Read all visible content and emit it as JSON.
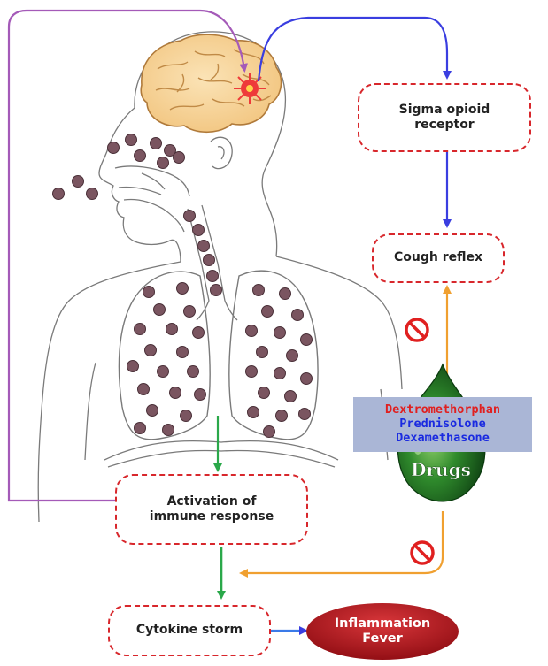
{
  "boxes": {
    "sigma": [
      "Sigma opioid",
      "receptor"
    ],
    "cough": "Cough reflex",
    "immune": [
      "Activation of",
      "immune response"
    ],
    "cytokine": "Cytokine storm"
  },
  "effects": [
    "Inflammation",
    "Fever"
  ],
  "drugs": {
    "label": "Drugs",
    "items": [
      {
        "name": "Dextromethorphan",
        "color": "#e02020"
      },
      {
        "name": "Prednisolone",
        "color": "#1a2ae0"
      },
      {
        "name": "Dexamethasone",
        "color": "#1a2ae0"
      }
    ]
  },
  "colors": {
    "box_border": "#d8272c",
    "arrow_purple": "#a45ab8",
    "arrow_blue": "#3a3ee0",
    "arrow_green": "#2aa84a",
    "arrow_orange": "#f0a030",
    "ellipse": "#b0141a",
    "virus": "#7a5560"
  },
  "icons": [
    "brain-icon",
    "virus-particle-icon",
    "prohibition-icon",
    "drug-drop-icon"
  ]
}
